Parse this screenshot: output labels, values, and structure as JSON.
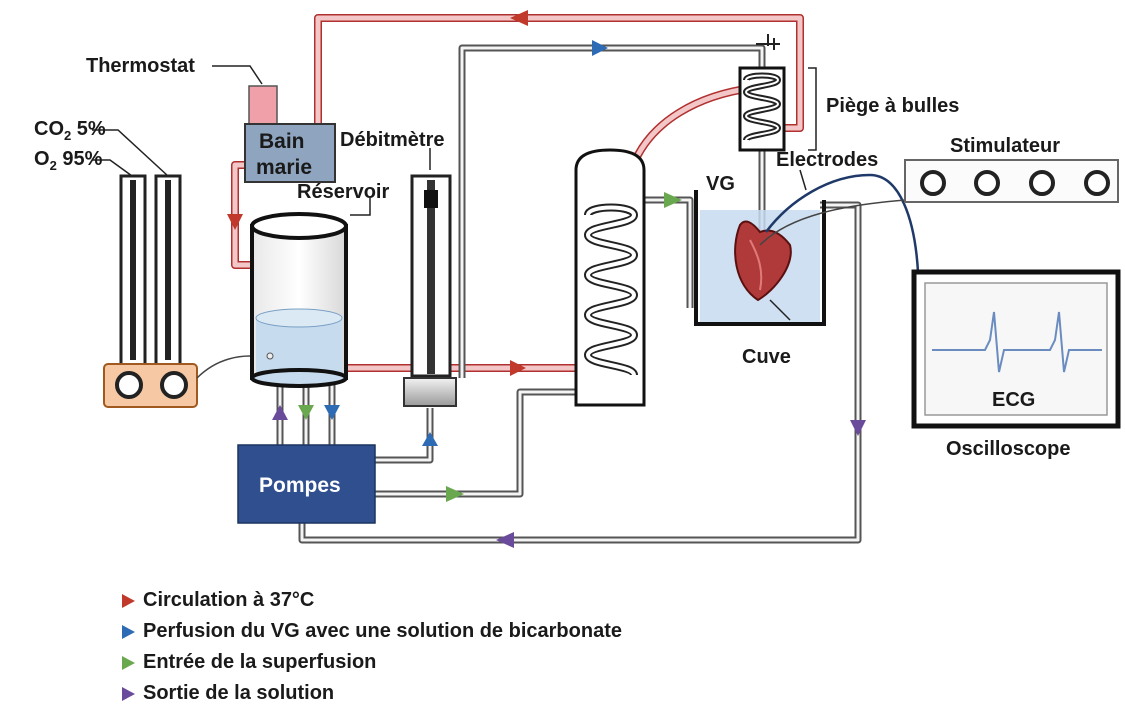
{
  "labels": {
    "thermostat": "Thermostat",
    "bain_line1": "Bain",
    "bain_line2": "marie",
    "debitmetre": "Débitmètre",
    "reservoir": "Réservoir",
    "co2": "CO",
    "co2_sub": "2",
    "co2_pct": " 5%",
    "o2": "O",
    "o2_sub": "2",
    "o2_pct": " 95%",
    "piege": "Piège à bulles",
    "stimulateur": "Stimulateur",
    "electrodes": "Electrodes",
    "vg": "VG",
    "cuve": "Cuve",
    "ecg": "ECG",
    "oscilloscope": "Oscilloscope",
    "pompes": "Pompes"
  },
  "legend": [
    {
      "color": "#c0392b",
      "text": "Circulation à 37°C"
    },
    {
      "color": "#2e6bb5",
      "text": "Perfusion du VG avec une solution  de bicarbonate"
    },
    {
      "color": "#6aa84f",
      "text": "Entrée de la superfusion"
    },
    {
      "color": "#6a4a9a",
      "text": "Sortie de la solution"
    }
  ],
  "colors": {
    "red_tube": "#e6a0a0",
    "red_tube_edge": "#b03030",
    "grey_tube": "#9a9a9a",
    "pump_box": "#2f4f8f",
    "bath": "#8fa4be",
    "thermostat": "#f0a0a8",
    "gas_box": "#f6c9a4",
    "water": "#c6dbee"
  }
}
